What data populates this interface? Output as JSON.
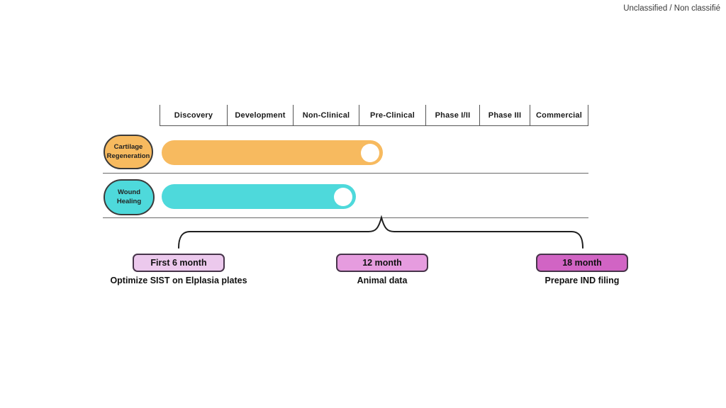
{
  "classification": "Unclassified / Non classifié",
  "timeline": {
    "phases": [
      "Discovery",
      "Development",
      "Non-Clinical",
      "Pre-Clinical",
      "Phase I/II",
      "Phase III",
      "Commercial"
    ]
  },
  "tracks": [
    {
      "label": "Cartilage Regeneration",
      "color": "#F7BA5F",
      "progress_end_phase": "Pre-Clinical"
    },
    {
      "label": "Wound Healing",
      "color": "#4ED9DB",
      "progress_end_phase": "Non-Clinical"
    }
  ],
  "milestones": [
    {
      "label": "First 6 month",
      "caption": "Optimize SIST on Elplasia plates",
      "color": "#ECC9ED"
    },
    {
      "label": "12 month",
      "caption": "Animal data",
      "color": "#E69CDF"
    },
    {
      "label": "18 month",
      "caption": "Prepare IND filing",
      "color": "#D164C4"
    }
  ]
}
